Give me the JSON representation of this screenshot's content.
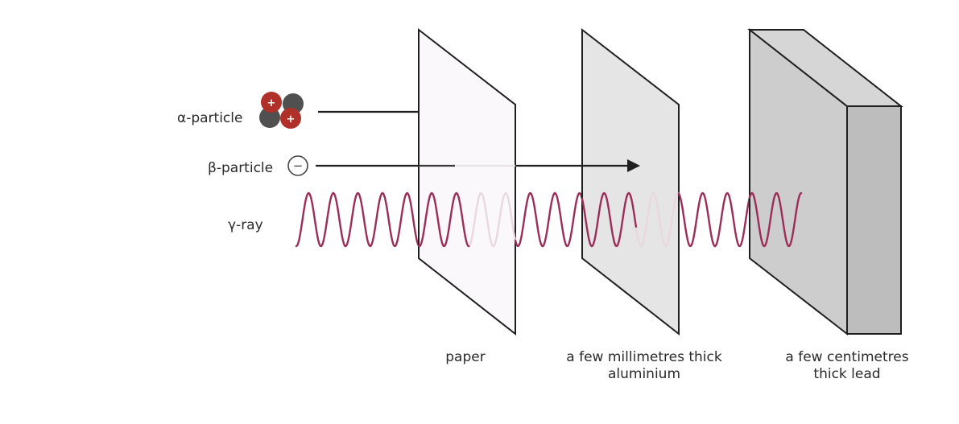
{
  "labels": {
    "alpha": "α-particle",
    "beta": "β-particle",
    "gamma": "γ-ray"
  },
  "symbols": {
    "plus": "+",
    "minus": "−"
  },
  "captions": {
    "paper": "paper",
    "aluminium_line1": "a few millimetres thick",
    "aluminium_line2": "aluminium",
    "lead_line1": "a few centimetres",
    "lead_line2": "thick lead"
  },
  "colors": {
    "proton": "#b0302a",
    "neutron": "#505050",
    "wave": "#9c2d58",
    "wave_faded": "#e9d8dd",
    "paper_fill": "#fbf8fb",
    "aluminium_fill": "#e3e3e3",
    "lead_front": "#c8c8c8",
    "lead_top": "#d6d6d6",
    "lead_side": "#bdbdbd",
    "outline": "#1f1f1f"
  }
}
